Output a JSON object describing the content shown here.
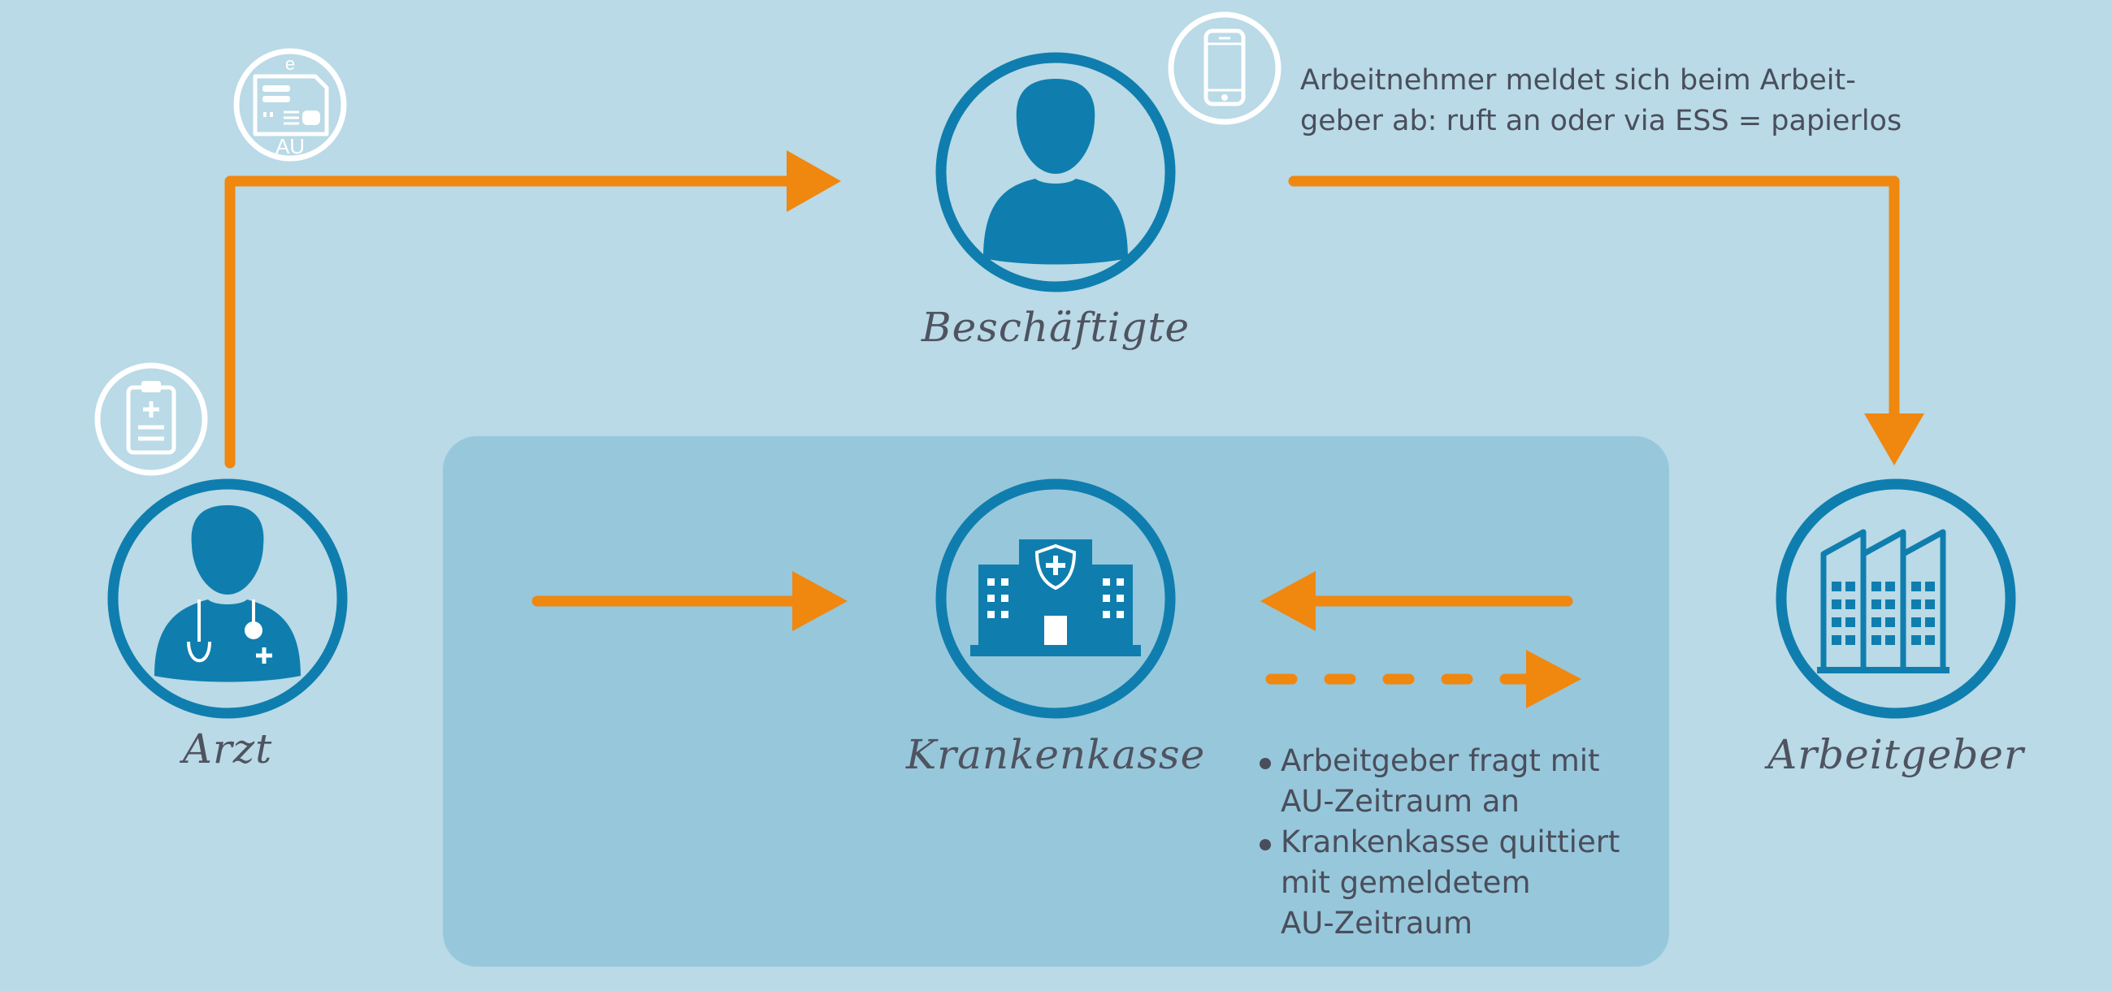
{
  "nodes": {
    "beschaeftigte": "Beschäftigte",
    "arzt": "Arzt",
    "krankenkasse": "Krankenkasse",
    "arbeitgeber": "Arbeitgeber"
  },
  "document_badge": {
    "top_letter": "e",
    "bottom_text": "AU"
  },
  "employee_caption": [
    "Arbeitnehmer meldet sich beim Arbeit-",
    "geber ab: ruft an oder via ESS = papierlos"
  ],
  "query_notes": [
    [
      "Arbeitgeber fragt mit",
      "AU-Zeitraum an"
    ],
    [
      "Krankenkasse quittiert",
      "mit gemeldetem",
      "AU-Zeitraum"
    ]
  ],
  "colors": {
    "background": "#b9dae6",
    "panel": "#97c7db",
    "node": "#0f7eae",
    "arrow": "#f0870f",
    "badge": "#ffffff",
    "text": "#4a4e5c"
  }
}
